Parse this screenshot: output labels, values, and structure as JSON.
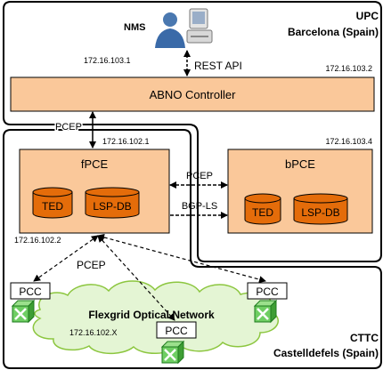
{
  "upc_site": {
    "name": "UPC",
    "location": "Barcelona (Spain)"
  },
  "cttc_site": {
    "name": "CTTC",
    "location": "Castelldefels (Spain)"
  },
  "nms": {
    "label": "NMS",
    "ip": "172.16.103.1"
  },
  "rest_api_label": "REST API",
  "abno": {
    "label": "ABNO Controller",
    "ip": "172.16.103.2"
  },
  "pcep_labels": {
    "abno_link": "PCEP",
    "fpce_bpce": "PCEP",
    "pcc_links": "PCEP"
  },
  "bgpls_label": "BGP-LS",
  "fpce": {
    "label": "fPCE",
    "ip_top": "172.16.102.1",
    "ip_bottom": "172.16.102.2",
    "db1": "TED",
    "db2": "LSP-DB"
  },
  "bpce": {
    "label": "bPCE",
    "ip": "172.16.103.4",
    "db1": "TED",
    "db2": "LSP-DB"
  },
  "network": {
    "label": "Flexgrid Optical Network",
    "ip": "172.16.102.X"
  },
  "pcc_label": "PCC",
  "colors": {
    "box_fill": "#fac89a",
    "db_fill": "#e46c0a",
    "switch_fill": "#6fce63",
    "switch_dark": "#1e7b1e",
    "cloud_fill": "#e4f5d4"
  },
  "icons": [
    "user-computer-icon",
    "optical-switch-icon",
    "cloud-shape"
  ]
}
